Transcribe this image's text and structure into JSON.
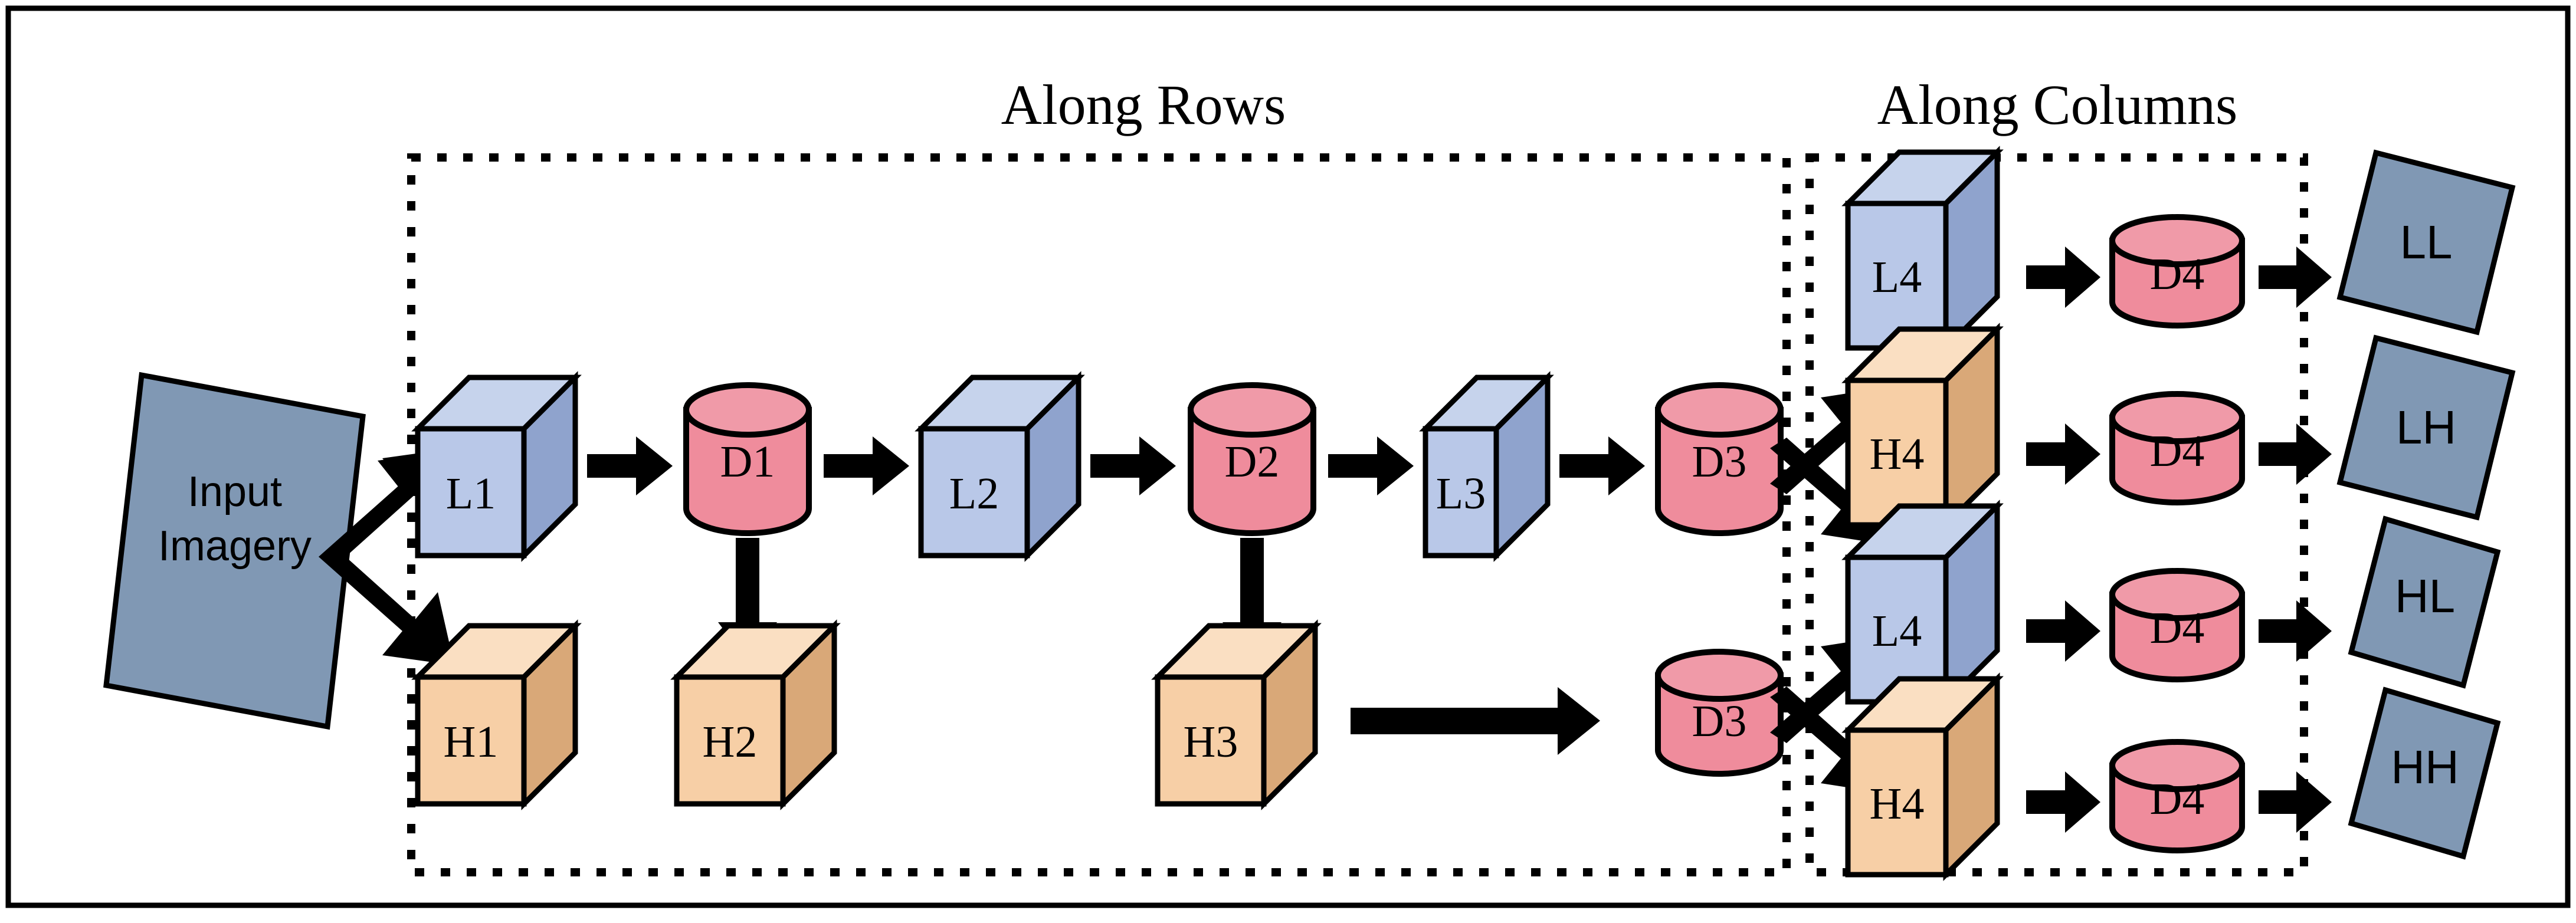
{
  "figure": {
    "type": "flow-diagram",
    "title": "Two-dimensional wavelet-style decomposition pipeline",
    "background": "#ffffff",
    "outer_frame": {
      "stroke": "#000000",
      "fill": "#ffffff"
    }
  },
  "colors": {
    "cube_low": "#b9c8e8",
    "cube_low_top": "#c6d3ec",
    "cube_low_side": "#8fa3cd",
    "cube_high": "#f7cfa6",
    "cube_high_top": "#fadfc2",
    "cube_high_side": "#d9a878",
    "cylinder": "#ef8c9c",
    "cylinder_top": "#f09aa8",
    "slate": "#8098b4",
    "outline": "#000000",
    "arrow": "#000000",
    "dotted": "#000000"
  },
  "group_labels": [
    {
      "id": "along-rows",
      "text": "Along Rows"
    },
    {
      "id": "along-columns",
      "text": "Along Columns"
    }
  ],
  "input": {
    "label_line1": "Input",
    "label_line2": "Imagery",
    "shape": "rotated-rectangle",
    "fill": "#8098b4"
  },
  "rows_section": {
    "top_chain": [
      {
        "id": "L1",
        "label": "L1",
        "shape": "cube",
        "band": "low"
      },
      {
        "id": "D1",
        "label": "D1",
        "shape": "cylinder"
      },
      {
        "id": "L2",
        "label": "L2",
        "shape": "cube",
        "band": "low"
      },
      {
        "id": "D2",
        "label": "D2",
        "shape": "cylinder"
      },
      {
        "id": "L3",
        "label": "L3",
        "shape": "cube",
        "band": "low"
      },
      {
        "id": "D3",
        "label": "D3",
        "shape": "cylinder"
      }
    ],
    "bottom_chain": [
      {
        "id": "H1",
        "label": "H1",
        "shape": "cube",
        "band": "high"
      },
      {
        "id": "H2",
        "label": "H2",
        "shape": "cube",
        "band": "high"
      },
      {
        "id": "H3",
        "label": "H3",
        "shape": "cube",
        "band": "high"
      },
      {
        "id": "D3b",
        "label": "D3",
        "shape": "cylinder"
      }
    ]
  },
  "columns_section": {
    "rows": [
      {
        "cube": "L4",
        "band": "low",
        "downsample": "D4",
        "output": "LL"
      },
      {
        "cube": "H4",
        "band": "high",
        "downsample": "D4",
        "output": "LH"
      },
      {
        "cube": "L4",
        "band": "low",
        "downsample": "D4",
        "output": "HL"
      },
      {
        "cube": "H4",
        "band": "high",
        "downsample": "D4",
        "output": "HH"
      }
    ]
  },
  "outputs": [
    {
      "label": "LL"
    },
    {
      "label": "LH"
    },
    {
      "label": "HL"
    },
    {
      "label": "HH"
    }
  ]
}
